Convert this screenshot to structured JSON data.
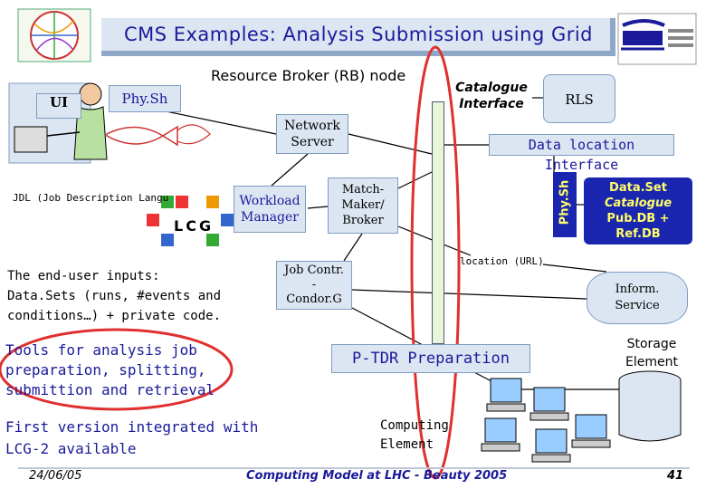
{
  "title": "CMS Examples: Analysis Submission using Grid",
  "resource_broker": {
    "label": "Resource Broker (RB) node"
  },
  "ui": {
    "label": "UI"
  },
  "physh_user": {
    "label": "Phy.Sh"
  },
  "network_server": {
    "line1": "Network",
    "line2": "Server"
  },
  "catalogue_interface": {
    "line1": "Catalogue",
    "line2": "Interface"
  },
  "rls": {
    "label": "RLS"
  },
  "data_location_interface": {
    "label": "Data location Interface"
  },
  "jdl": {
    "label": "JDL (Job Description Langu"
  },
  "lcg_logo": {
    "label": "LCG"
  },
  "workload_manager": {
    "line1": "Workload",
    "line2": "Manager"
  },
  "match_maker": {
    "line1": "Match-",
    "line2": "Maker/",
    "line3": "Broker"
  },
  "physh_vertical": {
    "label": "Phy.Sh"
  },
  "dataset_catalogue": {
    "line1": "Data.Set",
    "line2": "Catalogue",
    "line3": "Pub.DB + Ref.DB"
  },
  "location": {
    "label": "location (URL)"
  },
  "end_user": {
    "line1": "The end-user inputs:",
    "line2": "Data.Sets (runs, #events and",
    "line3": "conditions…) + private code."
  },
  "job_control": {
    "line1": "Job Contr.",
    "line2": "-",
    "line3": "Condor.G"
  },
  "inform_service": {
    "line1": "Inform.",
    "line2": "Service"
  },
  "tools": {
    "line1": "Tools for analysis job",
    "line2": "preparation, splitting,",
    "line3": "submittion and retrieval"
  },
  "ptdr": {
    "label": "P-TDR Preparation"
  },
  "storage_element": {
    "line1": "Storage",
    "line2": "Element"
  },
  "first_version": {
    "line1": "First version integrated with",
    "line2": "LCG-2 available"
  },
  "computing_element": {
    "line1": "Computing",
    "line2": "Element"
  },
  "footer": {
    "date": "24/06/05",
    "center": "Computing Model at LHC - Beauty 2005",
    "page": "41"
  },
  "colors": {
    "accent_blue": "#1a1a9a",
    "box_fill": "#dce6f2",
    "highlight_red": "#e03030",
    "dataset_fill": "#1a26b0",
    "dataset_text": "#ffff66"
  }
}
